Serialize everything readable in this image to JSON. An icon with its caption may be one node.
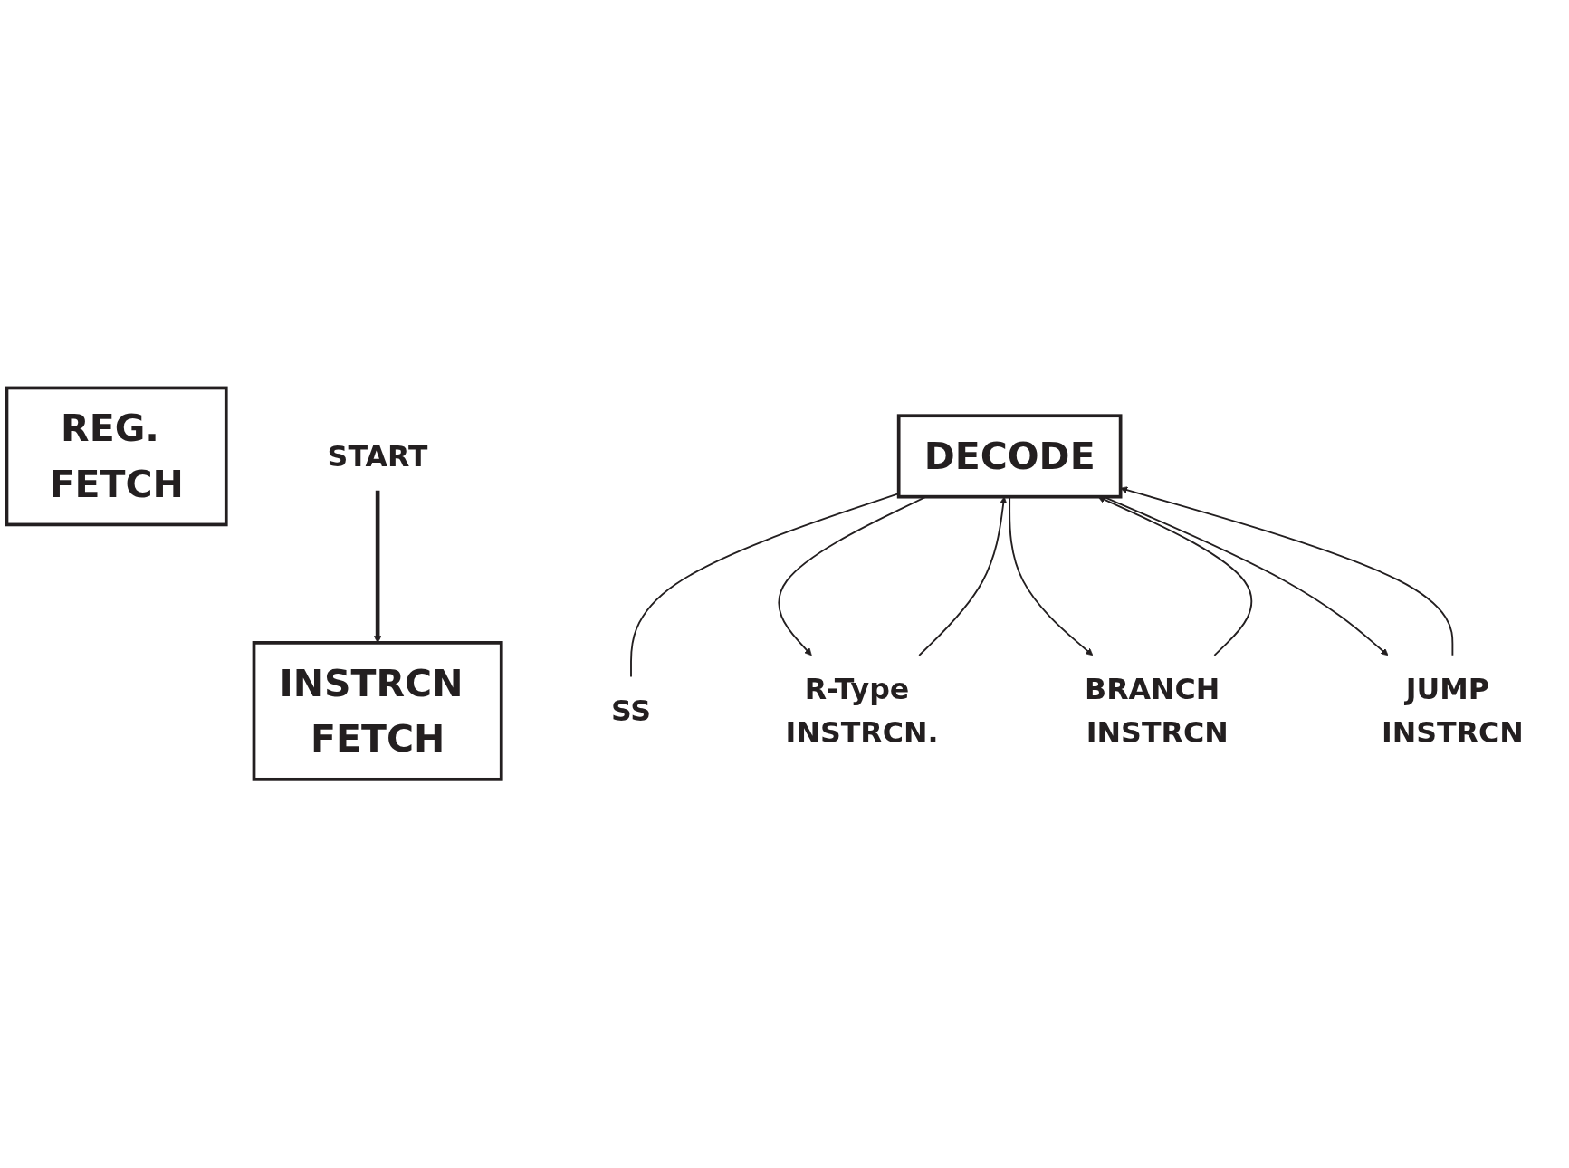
{
  "diagram": {
    "nodes": [
      {
        "text": [
          "START"
        ]
      },
      {
        "text": [
          "INSTRCN FETCH"
        ]
      },
      {
        "text": [
          "DECODE"
        ]
      },
      {
        "text": [
          "REG. FETCH"
        ]
      },
      {
        "text": [
          "SS"
        ]
      },
      {
        "text": [
          "R-Type INSTRCN."
        ]
      },
      {
        "text": [
          "BRANCH INSTRCN"
        ]
      },
      {
        "text": [
          "JUMP INSTRCN"
        ]
      }
    ],
    "edges": [
      {
        "from": 0,
        "to": 1,
        "arrow": "to",
        "style": "thick"
      },
      {
        "from": 2,
        "to": 4,
        "arrow": "none"
      },
      {
        "from": 2,
        "to": 5,
        "arrow": "to"
      },
      {
        "from": 2,
        "to": 6,
        "arrow": "to"
      },
      {
        "from": 2,
        "to": 7,
        "arrow": "to"
      },
      {
        "from": 5,
        "to": 2,
        "arrow": "to"
      },
      {
        "from": 6,
        "to": 2,
        "arrow": "to"
      },
      {
        "from": 7,
        "to": 2,
        "arrow": "to"
      }
    ]
  }
}
